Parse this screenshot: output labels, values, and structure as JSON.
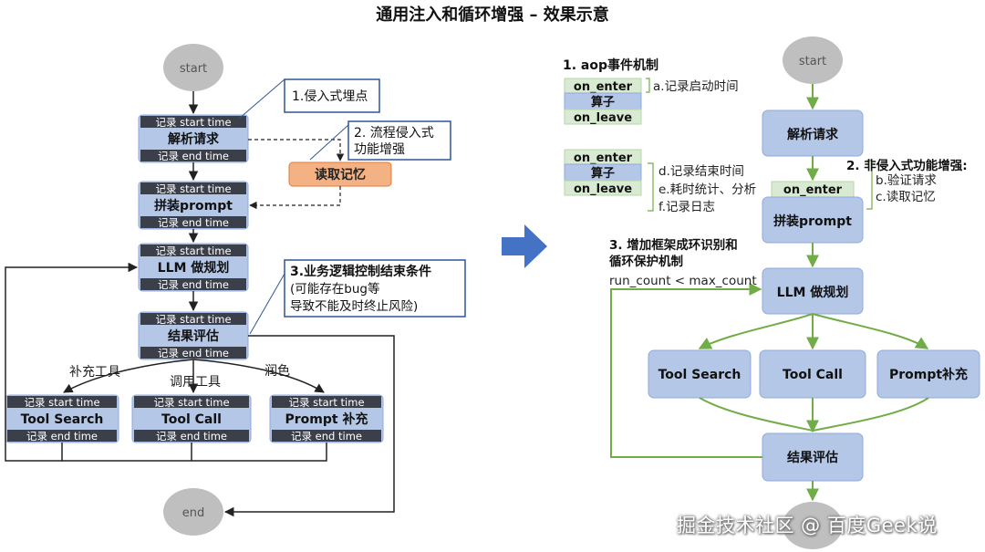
{
  "title": "通用注入和循环增强 – 效果示意",
  "colors": {
    "box_fill": "#b4c7e7",
    "box_stroke": "#8faadc",
    "dark_bar": "#3b3f4a",
    "green_box": "#d9ead3",
    "green_stroke": "#70ad47",
    "green_line": "#70ad47",
    "orange_box": "#f4b183",
    "orange_stroke": "#e07b39",
    "arrow_blue": "#4472c4",
    "gray_node": "#bfbfbf",
    "callout_border": "#2f5597"
  },
  "left": {
    "start": "start",
    "end": "end",
    "bar_start": "记录 start time",
    "bar_end": "记录 end time",
    "nodes": {
      "parse": "解析请求",
      "assemble": "拼装prompt",
      "plan": "LLM 做规划",
      "eval": "结果评估",
      "tool_search": "Tool Search",
      "tool_call": "Tool Call",
      "prompt_fill": "Prompt 补充",
      "memory": "读取记忆"
    },
    "edges": {
      "supplement_tool": "补充工具",
      "call_tool": "调用工具",
      "polish": "润色"
    },
    "callouts": {
      "c1": "1.侵入式埋点",
      "c2_line1": "2. 流程侵入式",
      "c2_line2": "功能增强",
      "c3_line1": "3.业务逻辑控制结束条件",
      "c3_line2": "(可能存在bug等",
      "c3_line3": "导致不能及时终止风险)"
    }
  },
  "right": {
    "start": "start",
    "nodes": {
      "parse": "解析请求",
      "assemble": "拼装prompt",
      "plan": "LLM 做规划",
      "tool_search": "Tool Search",
      "tool_call": "Tool Call",
      "prompt_fill": "Prompt补充",
      "eval": "结果评估"
    },
    "aop": {
      "heading": "1. aop事件机制",
      "on_enter": "on_enter",
      "operator": "算子",
      "on_leave": "on_leave",
      "note_a": "a.记录启动时间",
      "note_d": "d.记录结束时间",
      "note_e": "e.耗时统计、分析",
      "note_f": "f.记录日志"
    },
    "noninvasive": {
      "heading": "2. 非侵入式功能增强:",
      "on_enter": "on_enter",
      "note_b": "b.验证请求",
      "note_c": "c.读取记忆"
    },
    "loop": {
      "heading_line1": "3. 增加框架成环识别和",
      "heading_line2": "循环保护机制",
      "condition": "run_count < max_count"
    }
  },
  "watermark": "掘金技术社区 @ 百度Geek说"
}
